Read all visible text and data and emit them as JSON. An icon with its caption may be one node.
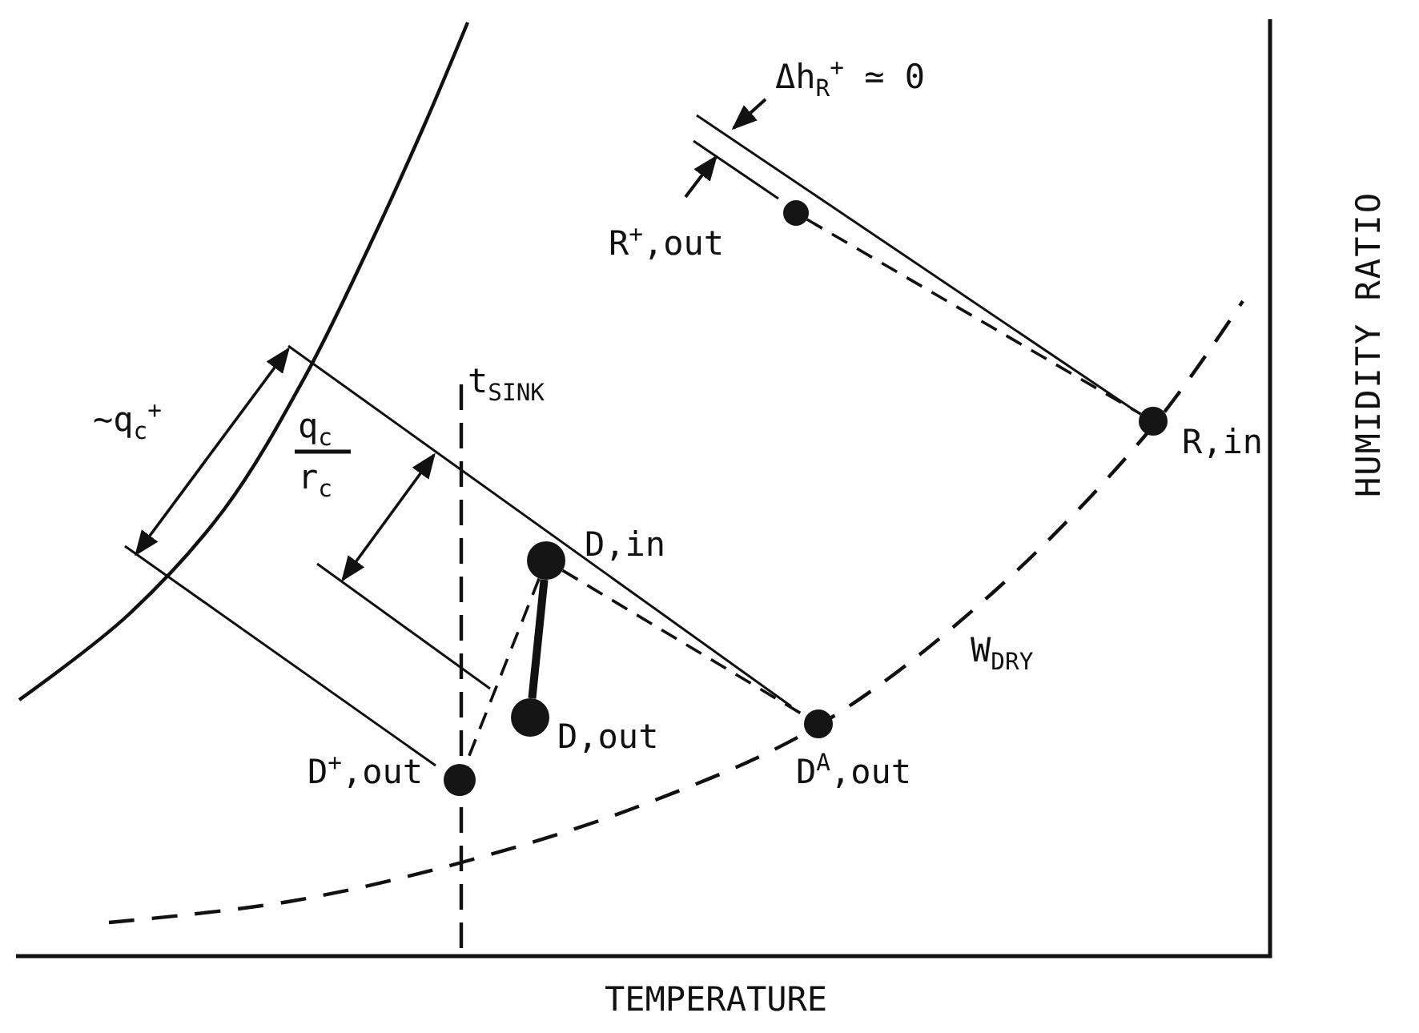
{
  "diagram": {
    "nodes": [
      {
        "text": [],
        "shape": "circle",
        "beside": [
          "R$^{+}$,out"
        ]
      },
      {
        "text": [],
        "shape": "circle",
        "beside": [
          "R,in"
        ]
      },
      {
        "text": [],
        "shape": "circle",
        "beside": [
          "D,in"
        ]
      },
      {
        "text": [],
        "shape": "circle",
        "beside": [
          "D,out"
        ]
      },
      {
        "text": [],
        "shape": "circle",
        "beside": [
          "D$^{+}$,out"
        ]
      },
      {
        "text": [],
        "shape": "circle",
        "beside": [
          "D$^{A}$,out"
        ]
      }
    ],
    "edges": [
      {
        "from": 0,
        "to": 1,
        "arrow": "none",
        "style": "dashed"
      },
      {
        "from": 2,
        "to": 5,
        "arrow": "none",
        "style": "dashed"
      },
      {
        "from": 2,
        "to": 3,
        "arrow": "none",
        "style": "thick"
      },
      {
        "from": 2,
        "to": 4,
        "arrow": "none",
        "style": "dashed"
      }
    ],
    "labels": [
      "Δh$_{R}$$^{+}$ ≃ 0",
      "~q$_{c}$$^{+}$",
      "q$_{c}$",
      "r$_{c}$",
      "t$_{SINK}$",
      "W$_{DRY}$",
      "HUMIDITY RATIO",
      "TEMPERATURE"
    ]
  }
}
